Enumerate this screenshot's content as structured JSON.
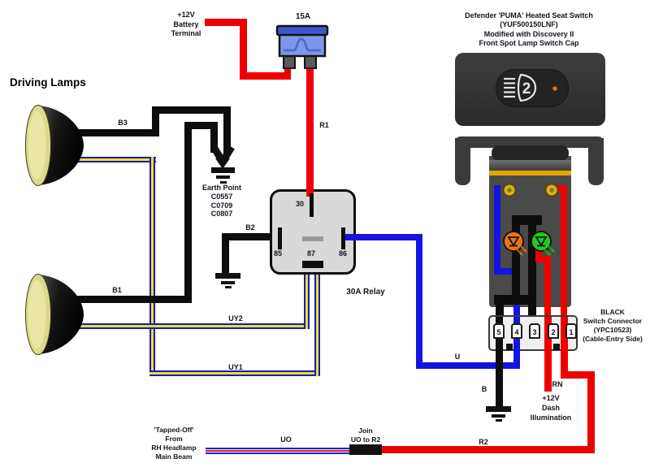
{
  "diagram": {
    "title": "Driving Lamps",
    "battery_label": "+12V\nBattery\nTerminal",
    "fuse_rating": "15A",
    "relay": {
      "name": "30A Relay",
      "pin_30": "30",
      "pin_85": "85",
      "pin_87": "87",
      "pin_86": "86"
    },
    "earth_point": "Earth Point\nC0557\nC0709\nC0807",
    "switch_title": "Defender 'PUMA' Heated Seat Switch\n(YUF500150LNF)\nModified with Discovery II\nFront Spot Lamp Switch Cap",
    "switch_icon_number": "2",
    "connector_note": "BLACK\nSwitch Connector\n(YPC10523)\n(Cable-Entry Side)",
    "connector_pins": [
      "5",
      "4",
      "3",
      "2",
      "1"
    ],
    "dash_illumination": "+12V\nDash\nIllumination",
    "tapped_off": "'Tapped-Off'\nFrom\nRH Headlamp\nMain Beam",
    "join_note": "Join\nUO to R2",
    "wire_labels": {
      "r1": "R1",
      "r2": "R2",
      "rn": "RN",
      "b": "B",
      "b1": "B1",
      "b2": "B2",
      "b3": "B3",
      "u": "U",
      "uy1": "UY1",
      "uy2": "UY2",
      "uo": "UO"
    },
    "colors": {
      "wire_red": "#ee0000",
      "wire_black": "#0d0d0d",
      "wire_blue": "#1414e0",
      "stripe_yellow": "#f0e400",
      "stripe_red_core": "#cc2a2a",
      "relay_body": "#d9d9d9",
      "fuse_cap": "#3a57cf",
      "fuse_body": "#7d97e8",
      "lamp_lens": "#dcd98e",
      "led_orange": "#f07010",
      "led_green": "#1ecc1e",
      "switch_housing": "#333333",
      "switch_accent_yellow": "#e6a400",
      "bulb_holder_gold": "#d9b01c"
    }
  }
}
